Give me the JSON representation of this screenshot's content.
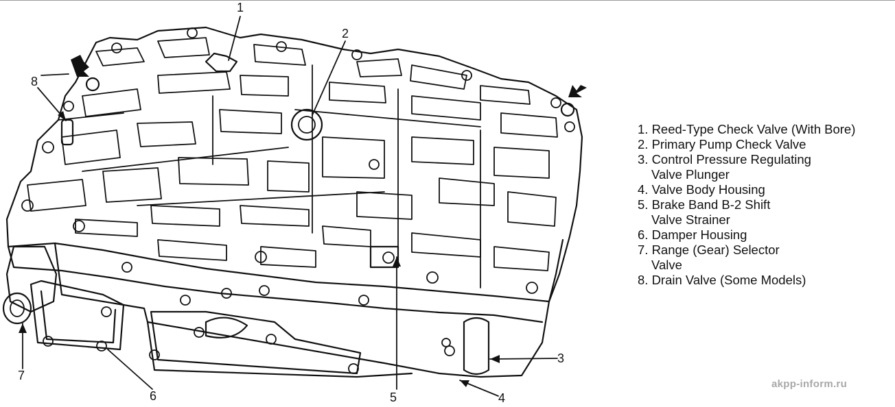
{
  "callouts": [
    {
      "id": "1",
      "label": "1"
    },
    {
      "id": "2",
      "label": "2"
    },
    {
      "id": "3",
      "label": "3"
    },
    {
      "id": "4",
      "label": "4"
    },
    {
      "id": "5",
      "label": "5"
    },
    {
      "id": "6",
      "label": "6"
    },
    {
      "id": "7",
      "label": "7"
    },
    {
      "id": "8",
      "label": "8"
    }
  ],
  "legend": [
    {
      "text": "1. Reed-Type Check Valve (With Bore)",
      "cont": ""
    },
    {
      "text": "2. Primary Pump Check Valve",
      "cont": ""
    },
    {
      "text": "3. Control Pressure Regulating",
      "cont": "Valve Plunger"
    },
    {
      "text": "4. Valve Body Housing",
      "cont": ""
    },
    {
      "text": "5. Brake Band B-2 Shift",
      "cont": "Valve Strainer"
    },
    {
      "text": "6. Damper Housing",
      "cont": ""
    },
    {
      "text": "7. Range (Gear) Selector",
      "cont": "Valve"
    },
    {
      "text": "8. Drain Valve (Some Models)",
      "cont": ""
    }
  ],
  "watermark": "akpp-inform.ru",
  "colors": {
    "ink": "#111111",
    "watermark": "#a8a8a8",
    "background": "#ffffff"
  }
}
